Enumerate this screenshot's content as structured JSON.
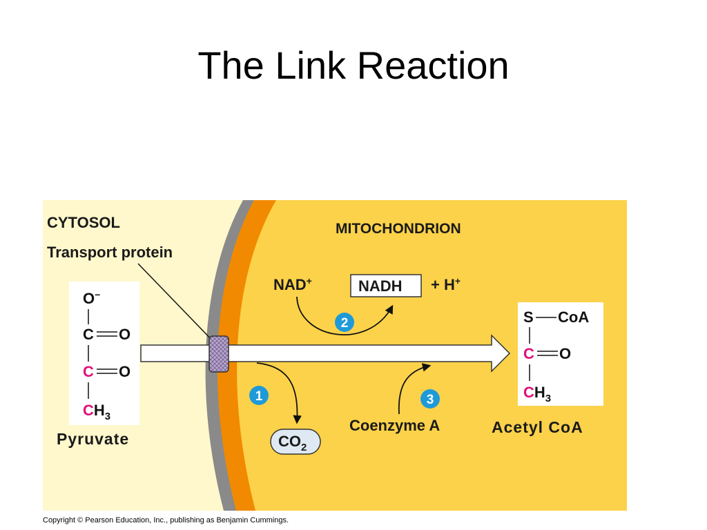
{
  "title": "The Link Reaction",
  "colors": {
    "cytosol_bg": "#fff8cc",
    "mitochondrion_bg": "#fcd24a",
    "membrane_orange": "#f18a00",
    "membrane_gray": "#8a8a8a",
    "step_badge": "#1f9ad9",
    "alpha_carbon": "#e0107a",
    "co2_pill": "#dfe9f3",
    "transport_protein": "#b8a6cf"
  },
  "labels": {
    "cytosol": "CYTOSOL",
    "transport_protein": "Transport protein",
    "mitochondrion": "MITOCHONDRION",
    "nad": "NAD",
    "nad_charge": "+",
    "nadh": "NADH",
    "plus_h": "+ H",
    "h_charge": "+",
    "co2": "CO",
    "co2_sub": "2",
    "coenzyme_a": "Coenzyme A",
    "pyruvate": "Pyruvate",
    "acetyl_coa": "Acetyl CoA"
  },
  "steps": [
    "1",
    "2",
    "3"
  ],
  "pyruvate_structure": {
    "o_minus": "O",
    "o_minus_charge": "−",
    "c1": "C",
    "c2": "C",
    "o1": "O",
    "o2": "O",
    "c3": "C",
    "h3": "H",
    "h3_sub": "3"
  },
  "acetyl_structure": {
    "s": "S",
    "coa": "CoA",
    "c1": "C",
    "o": "O",
    "c2": "C",
    "h3": "H",
    "h3_sub": "3"
  },
  "copyright": "Copyright © Pearson Education, Inc., publishing as Benjamin Cummings."
}
